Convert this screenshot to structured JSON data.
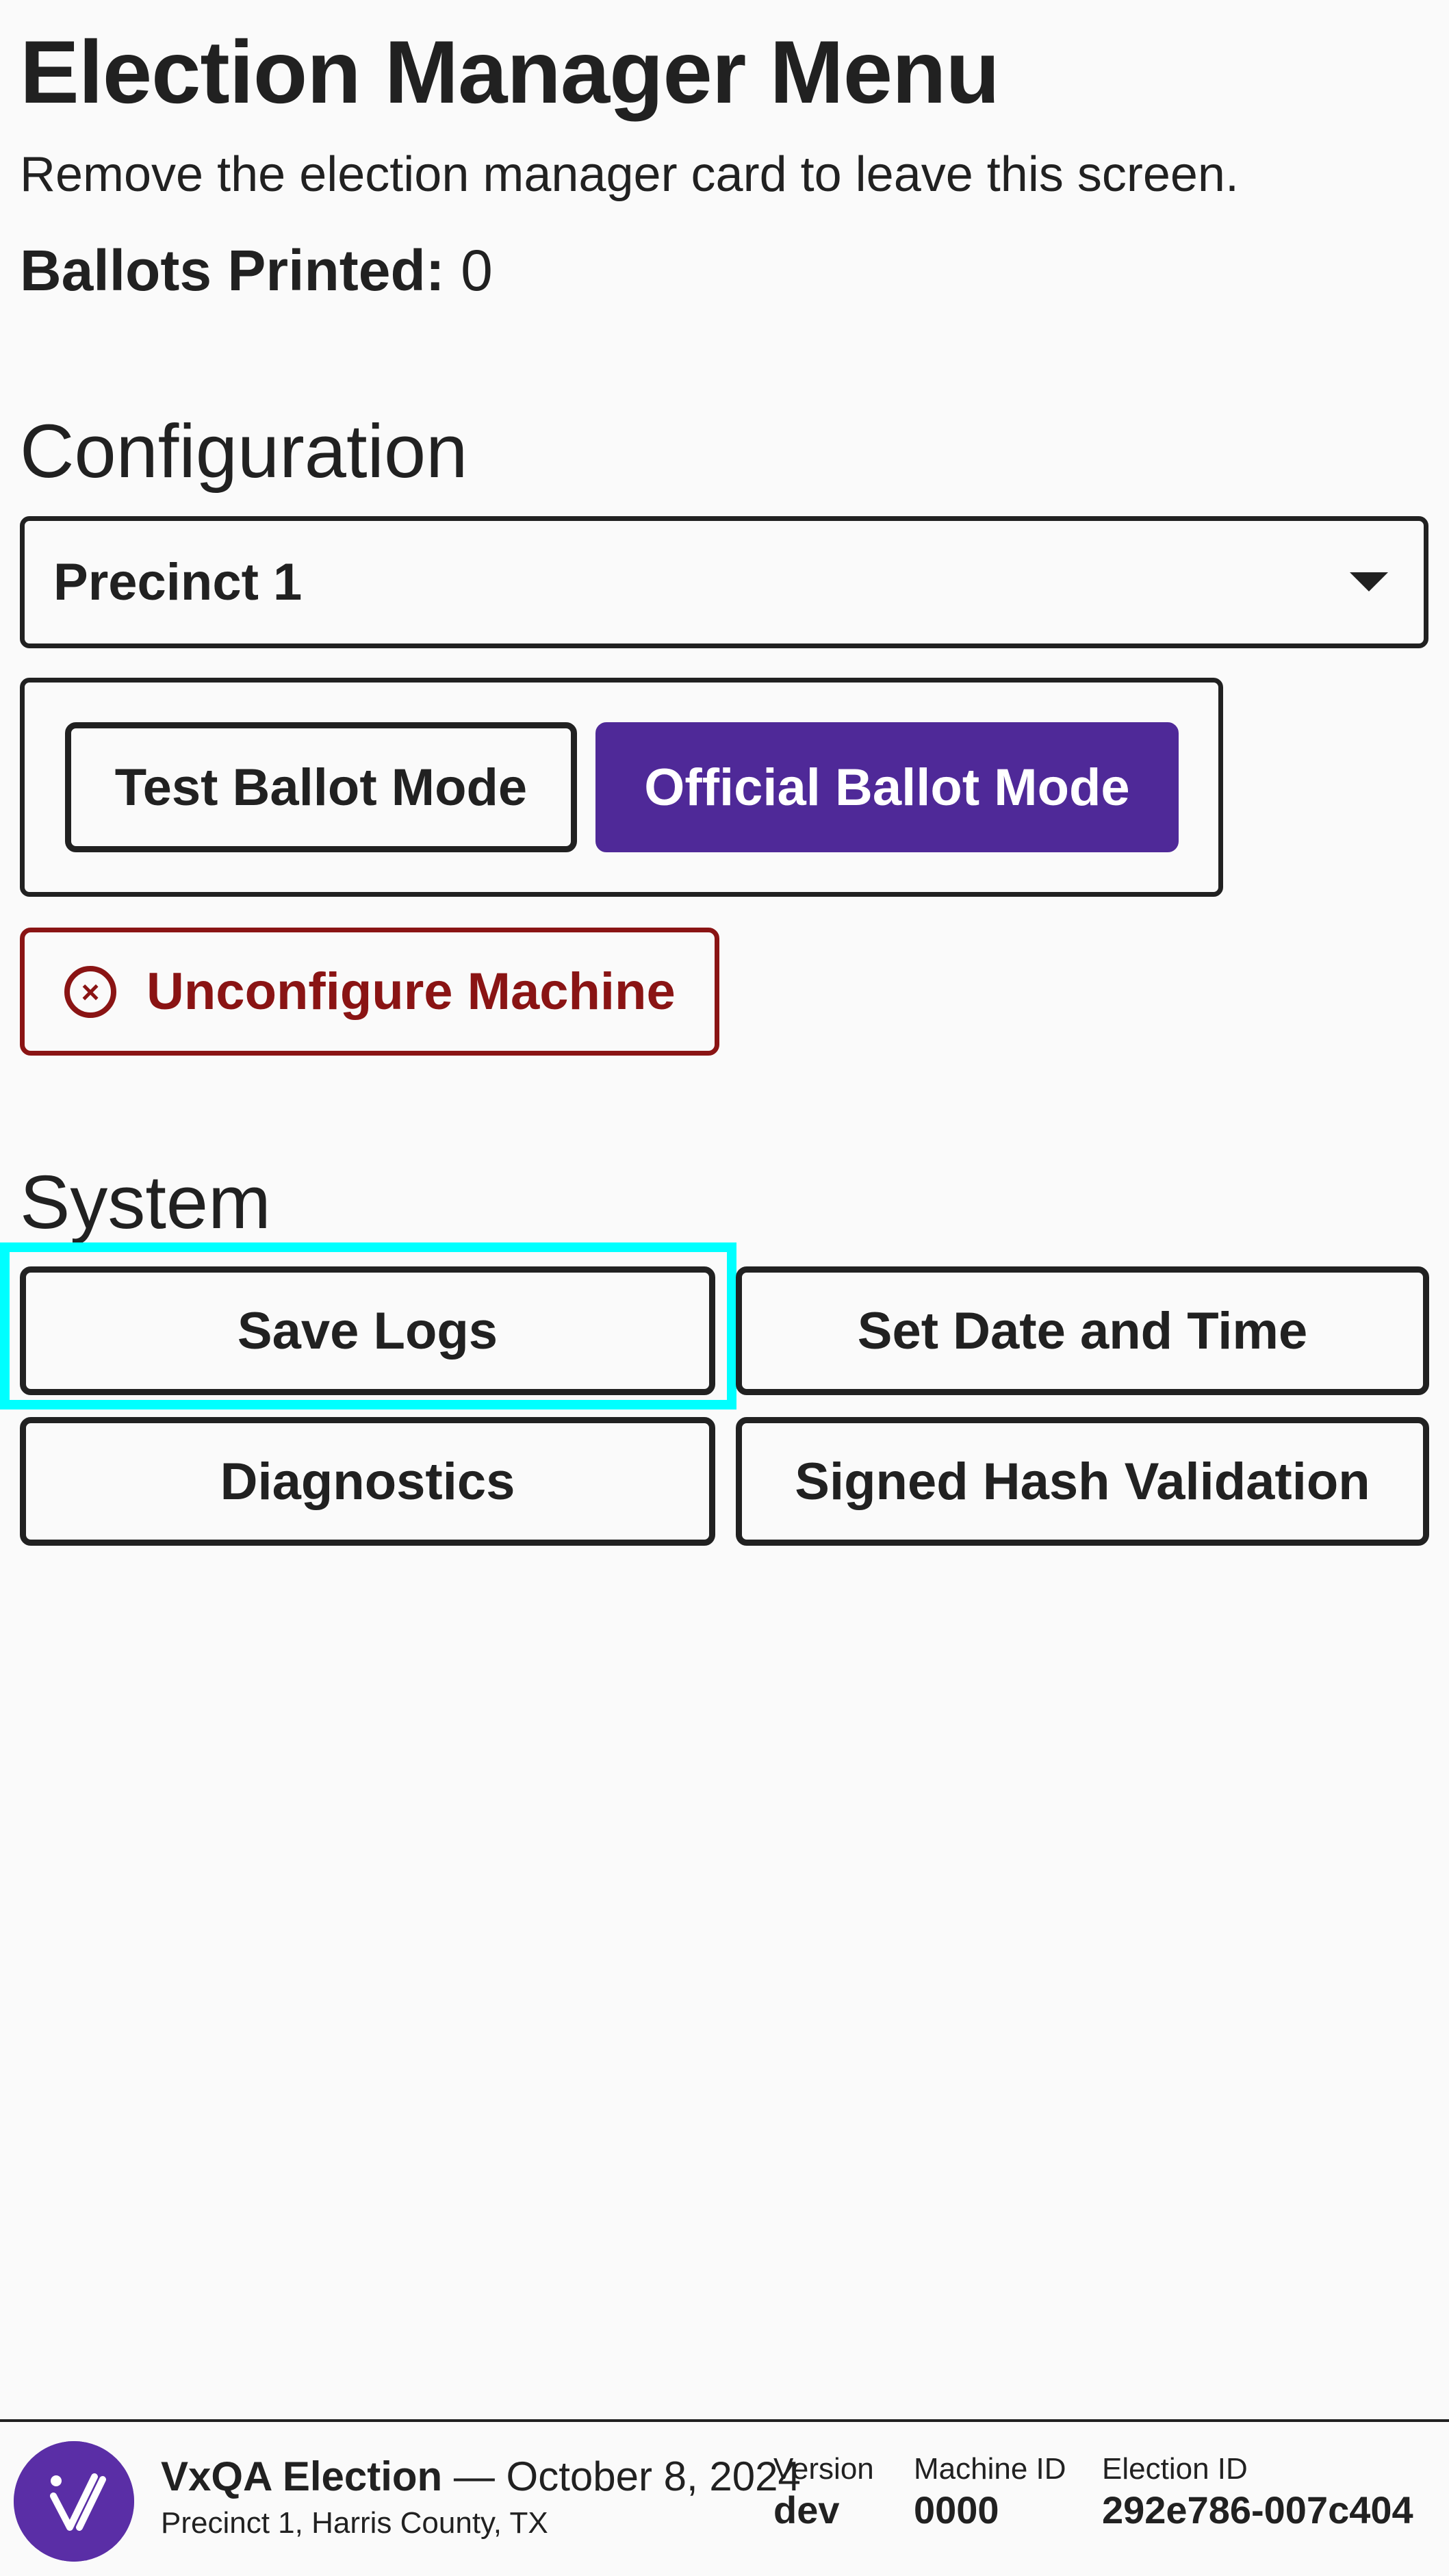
{
  "header": {
    "title": "Election Manager Menu",
    "subtitle": "Remove the election manager card to leave this screen.",
    "ballots_printed_label": "Ballots Printed:",
    "ballots_printed_value": "0"
  },
  "configuration": {
    "heading": "Configuration",
    "precinct_select": {
      "selected": "Precinct 1"
    },
    "test_mode_label": "Test Ballot Mode",
    "official_mode_label": "Official Ballot Mode",
    "active_mode": "Official Ballot Mode",
    "unconfigure_label": "Unconfigure Machine",
    "unconfigure_icon_glyph": "×"
  },
  "system": {
    "heading": "System",
    "save_logs_label": "Save Logs",
    "set_date_time_label": "Set Date and Time",
    "diagnostics_label": "Diagnostics",
    "signed_hash_label": "Signed Hash Validation"
  },
  "footer": {
    "election_name": "VxQA Election",
    "election_date": " — October 8, 2024",
    "location": "Precinct 1, Harris County, TX",
    "version_label": "Version",
    "version_value": "dev",
    "machine_id_label": "Machine ID",
    "machine_id_value": "0000",
    "election_id_label": "Election ID",
    "election_id_value": "292e786-007c404"
  },
  "colors": {
    "primary_purple": "#4f2998",
    "danger_red": "#8a1414",
    "focus_cyan": "#00ffff",
    "text": "#212121",
    "background": "#fafafa"
  },
  "icons": {
    "unconfigure": "x-circle-icon",
    "select_caret": "caret-down-icon",
    "logo": "vx-logo-icon"
  }
}
